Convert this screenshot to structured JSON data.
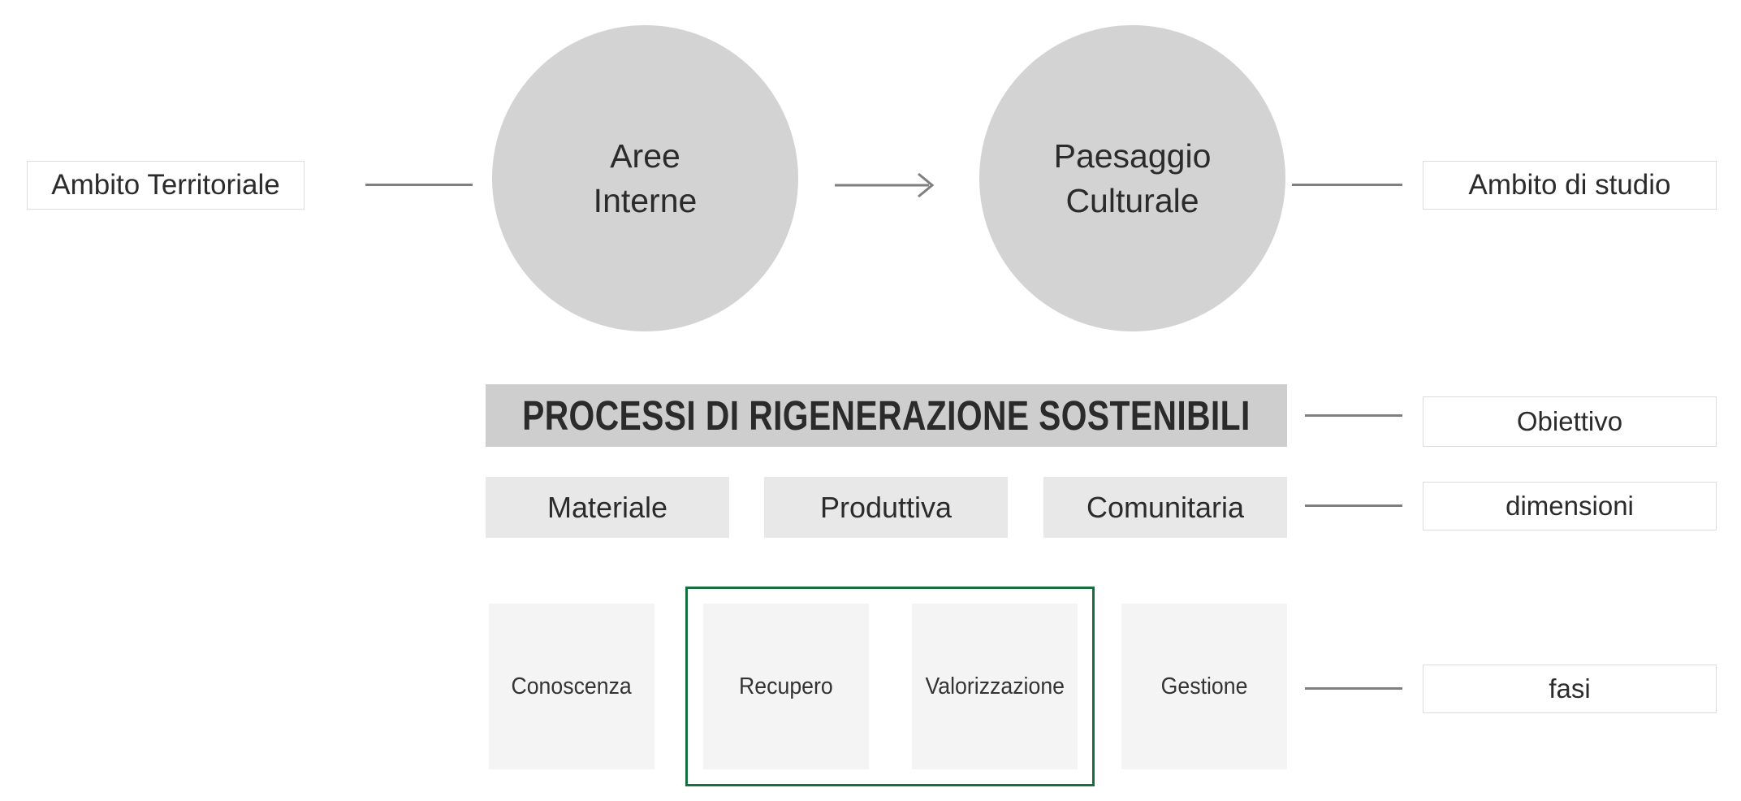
{
  "top_row": {
    "left_label": "Ambito Territoriale",
    "circle_left": {
      "line1": "Aree",
      "line2": "Interne"
    },
    "circle_right": {
      "line1": "Paesaggio",
      "line2": "Culturale"
    },
    "right_label": "Ambito di studio"
  },
  "objective_row": {
    "banner": "PROCESSI DI RIGENERAZIONE SOSTENIBILI",
    "label": "Obiettivo"
  },
  "dimensions_row": {
    "items": [
      "Materiale",
      "Produttiva",
      "Comunitaria"
    ],
    "label": "dimensioni"
  },
  "phases_row": {
    "items": [
      "Conoscenza",
      "Recupero",
      "Valorizzazione",
      "Gestione"
    ],
    "highlight_encloses": [
      "Recupero",
      "Valorizzazione"
    ],
    "label": "fasi"
  },
  "colors": {
    "circle_gray": "#d3d3d3",
    "banner_gray": "#cecece",
    "dimension_gray": "#e8e8e8",
    "phase_gray": "#f4f4f4",
    "highlight_green": "#156f3f",
    "connector_gray": "#7f7f7f",
    "text_dark": "#2b2b2b"
  }
}
